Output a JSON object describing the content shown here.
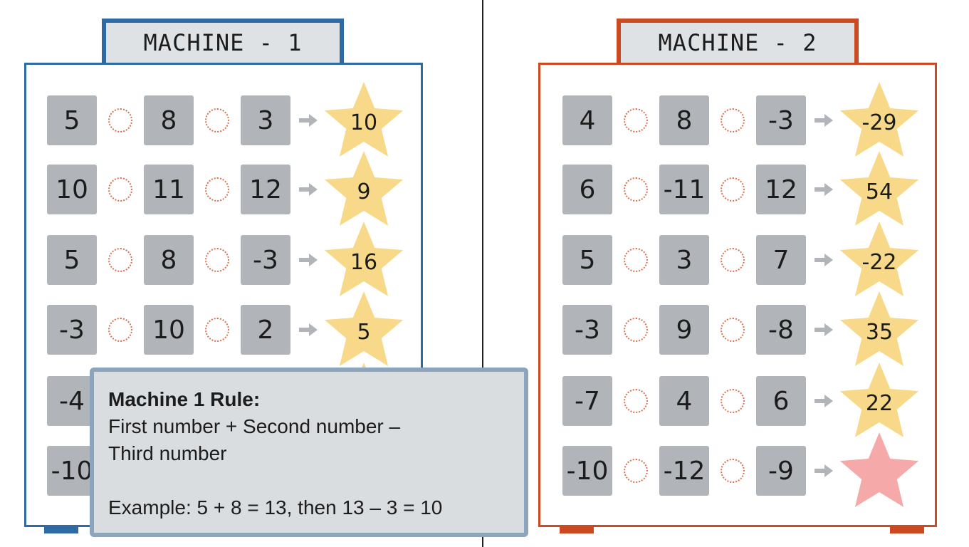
{
  "machine1": {
    "title": "MACHINE - 1",
    "rows": [
      {
        "a": "5",
        "b": "8",
        "c": "3",
        "result": "10"
      },
      {
        "a": "10",
        "b": "11",
        "c": "12",
        "result": "9"
      },
      {
        "a": "5",
        "b": "8",
        "c": "-3",
        "result": "16"
      },
      {
        "a": "-3",
        "b": "10",
        "c": "2",
        "result": "5"
      },
      {
        "a": "-4",
        "b": "",
        "c": "",
        "result": ""
      },
      {
        "a": "-10",
        "b": "",
        "c": "",
        "result": ""
      }
    ]
  },
  "machine2": {
    "title": "MACHINE - 2",
    "rows": [
      {
        "a": "4",
        "b": "8",
        "c": "-3",
        "result": "-29"
      },
      {
        "a": "6",
        "b": "-11",
        "c": "12",
        "result": "54"
      },
      {
        "a": "5",
        "b": "3",
        "c": "7",
        "result": "-22"
      },
      {
        "a": "-3",
        "b": "9",
        "c": "-8",
        "result": "35"
      },
      {
        "a": "-7",
        "b": "4",
        "c": "6",
        "result": "22"
      },
      {
        "a": "-10",
        "b": "-12",
        "c": "-9",
        "result": ""
      }
    ]
  },
  "rule_box": {
    "title": "Machine 1 Rule:",
    "line1": "First number + Second number –",
    "line2": "Third number",
    "example": "Example: 5 + 8 = 13, then 13 – 3 = 10"
  },
  "colors": {
    "machine1_accent": "#2f6aa3",
    "machine2_accent": "#cc4a22",
    "star_yellow": "#f7d989",
    "star_pink": "#f6a9a9",
    "number_box": "#b1b5b9"
  }
}
